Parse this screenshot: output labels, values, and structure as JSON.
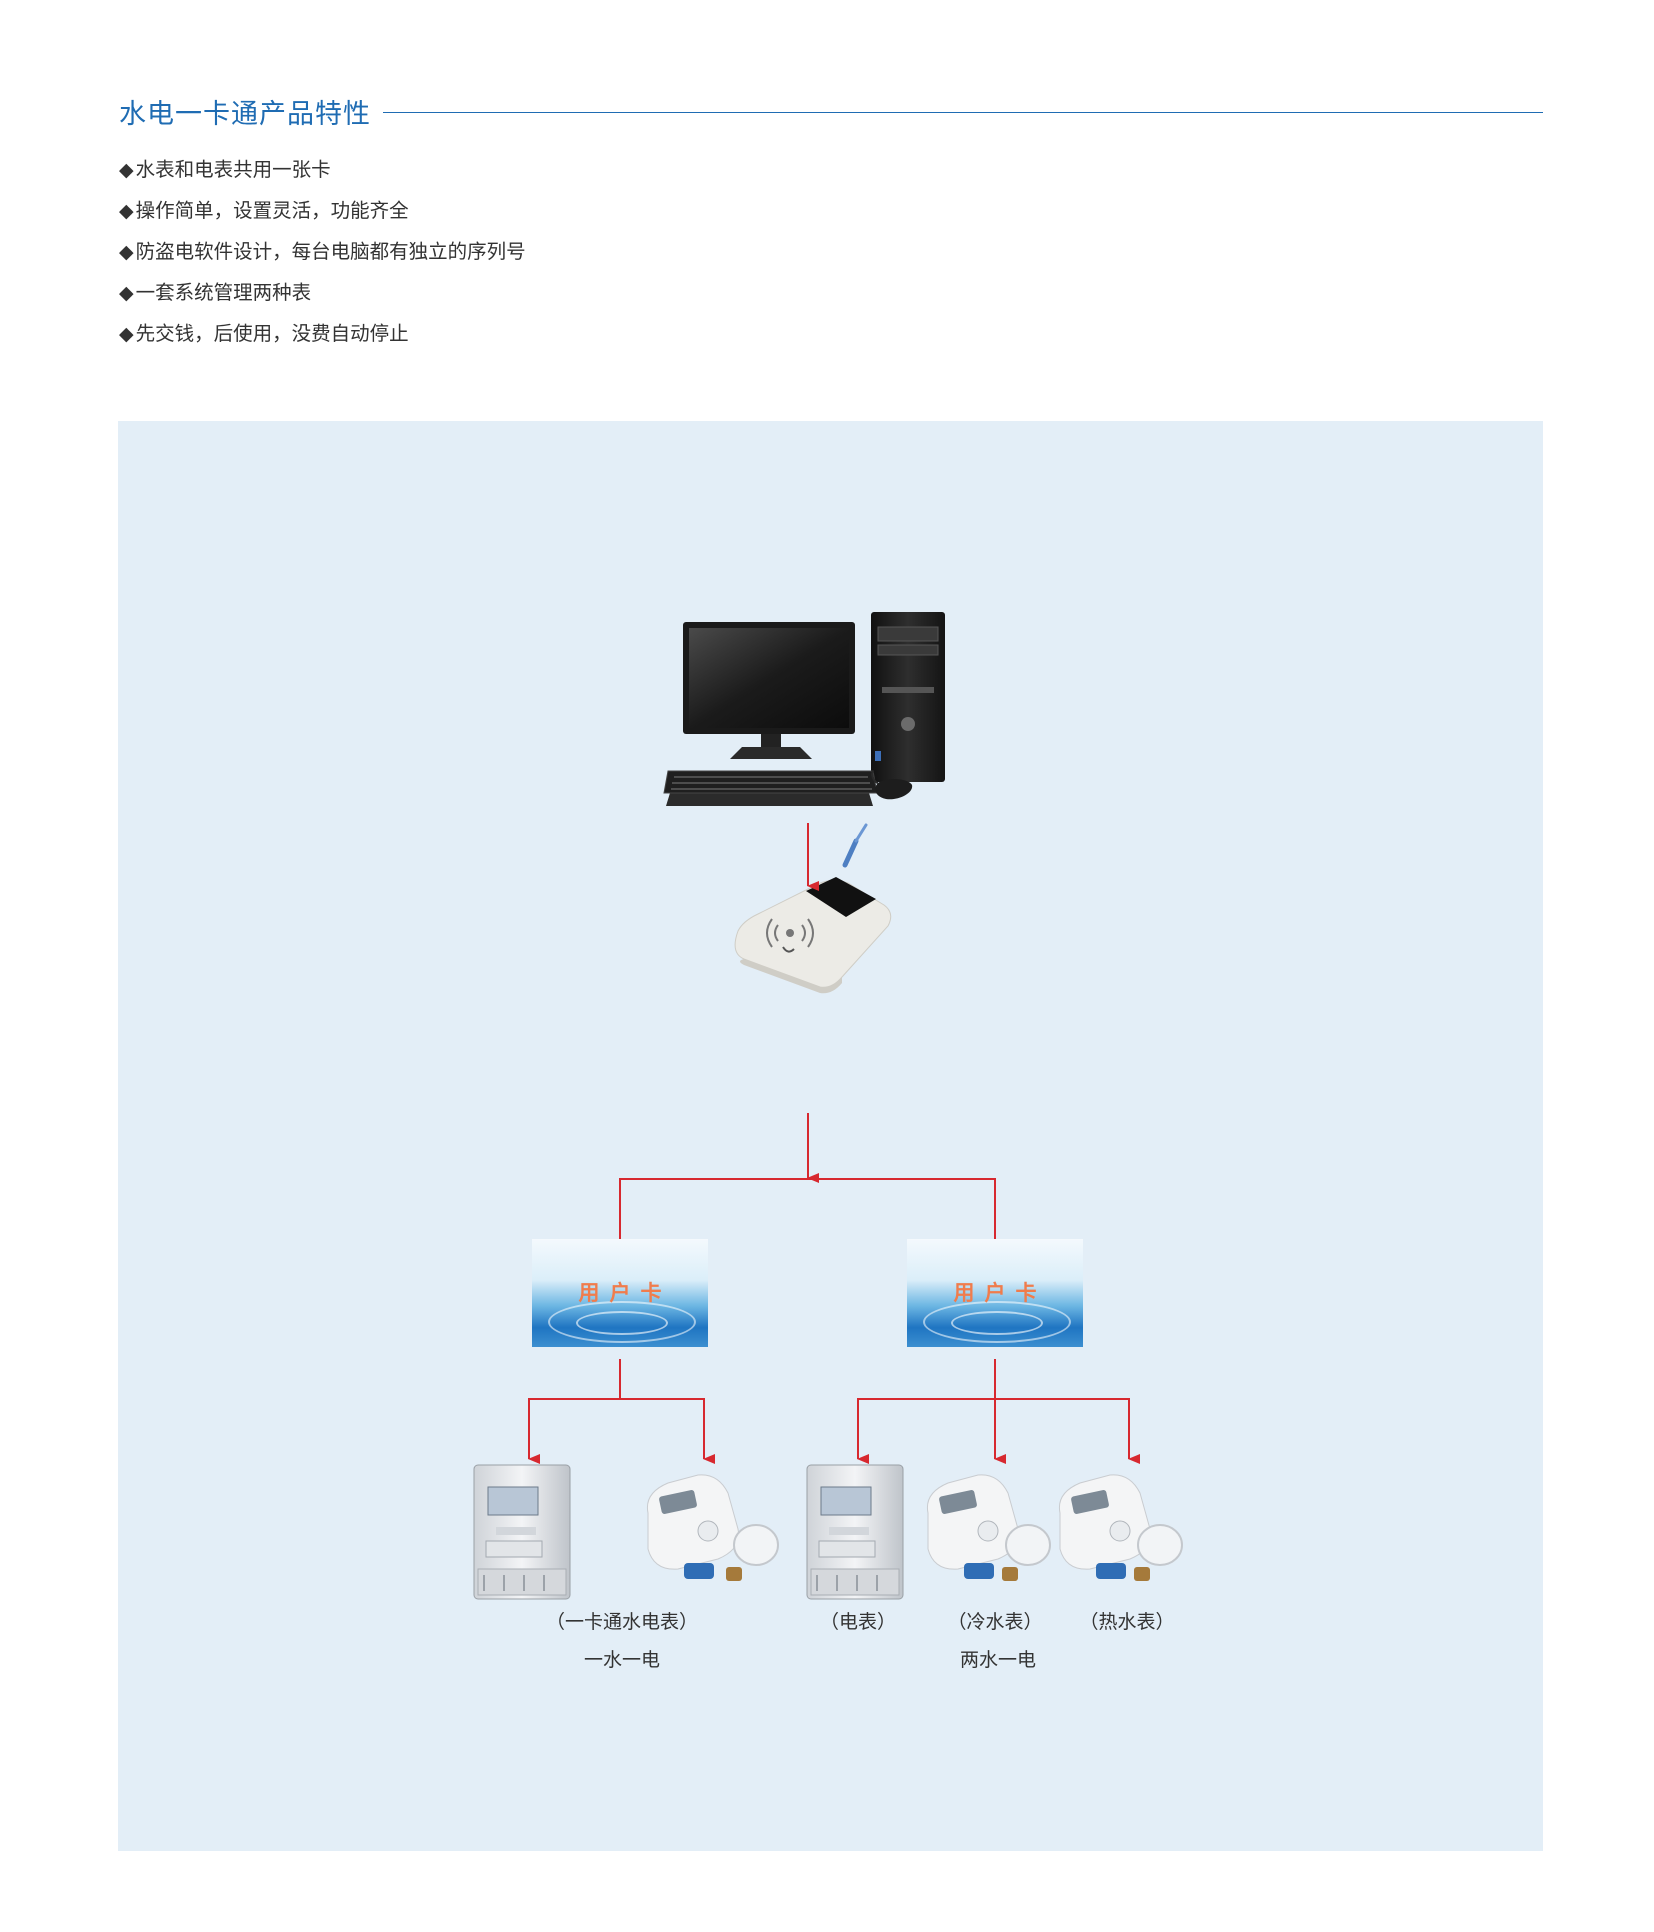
{
  "section": {
    "title": "水电一卡通产品特性"
  },
  "features": [
    "水表和电表共用一张卡",
    "操作简单，设置灵活，功能齐全",
    "防盗电软件设计，每台电脑都有独立的序列号",
    "一套系统管理两种表",
    "先交钱，后使用，没费自动停止"
  ],
  "bullet_symbol": "◆",
  "diagram": {
    "cards": [
      {
        "label": "用户卡"
      },
      {
        "label": "用户卡"
      }
    ],
    "captions": {
      "left_device": "（一卡通水电表）",
      "left_group": "一水一电",
      "electric": "（电表）",
      "cold_water": "（冷水表）",
      "hot_water": "（热水表）",
      "right_group": "两水一电"
    },
    "icons": [
      "computer-icon",
      "keyboard-icon",
      "mouse-icon",
      "card-reader-icon",
      "electric-meter-icon",
      "water-meter-icon"
    ]
  },
  "colors": {
    "title_blue": "#1f6cb3",
    "arrow_red": "#d7282f",
    "panel_bg": "#e3eef7",
    "card_text": "#f07c4c"
  }
}
